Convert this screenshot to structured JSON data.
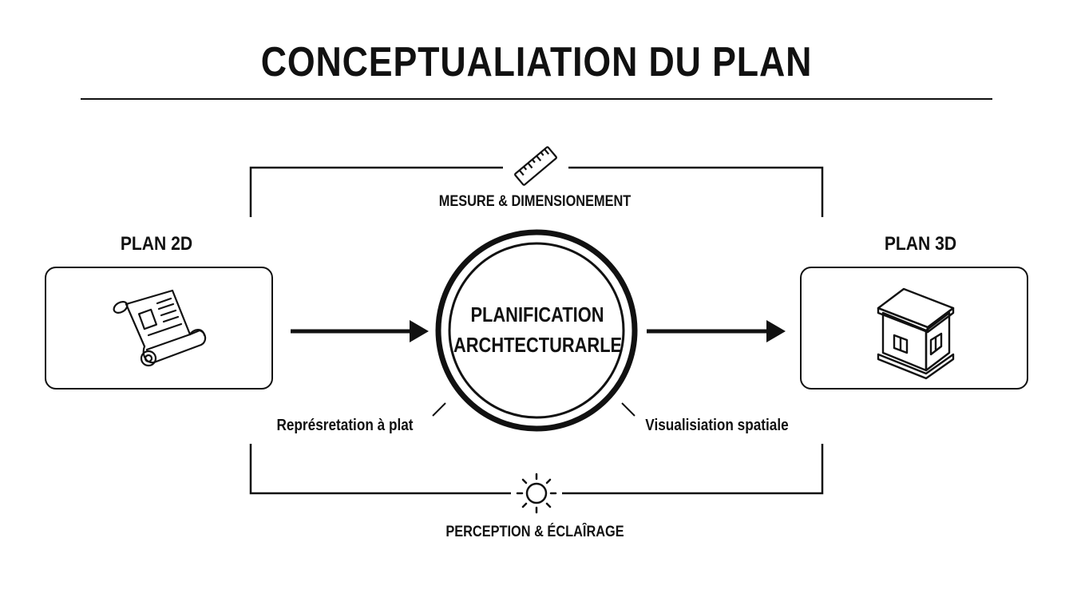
{
  "title": "CONCEPTUALIATION DU PLAN",
  "center": {
    "line1": "PLANIFICATION",
    "line2": "ARCHTECTURARLE"
  },
  "left_node": {
    "label": "PLAN 2D",
    "icon": "blueprint-scroll-icon"
  },
  "right_node": {
    "label": "PLAN 3D",
    "icon": "3d-house-cube-icon"
  },
  "top_bracket": {
    "label": "MESURE & DIMENSIONEMENT",
    "icon": "ruler-icon"
  },
  "bottom_bracket": {
    "label": "PERCEPTION & ÉCLAÎRAGE",
    "icon": "sun-icon"
  },
  "left_caption": "Représretation à plat",
  "right_caption": "Visualisiation spatiale",
  "colors": {
    "ink": "#111111",
    "background": "#ffffff"
  }
}
